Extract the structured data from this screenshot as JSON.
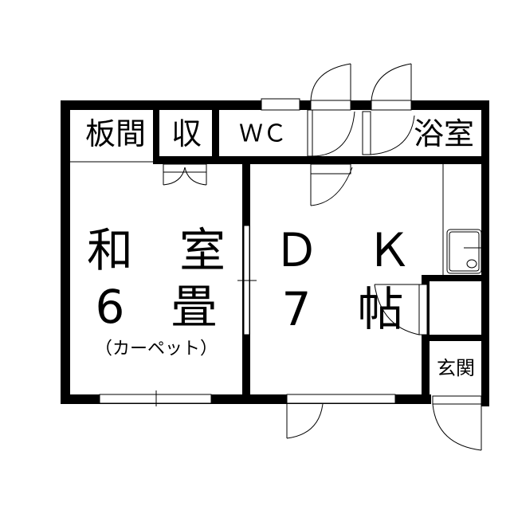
{
  "rooms": {
    "itama": "板間",
    "storage": "収",
    "wc": "ＷＣ",
    "bath": "浴室",
    "washitsu_name": "和　室",
    "washitsu_size": "6　畳",
    "washitsu_note": "（カーペット）",
    "dk_name": "Ｄ　Ｋ",
    "dk_size": "7　帖",
    "entrance": "玄関"
  },
  "colors": {
    "wall": "#000000",
    "background": "#ffffff"
  }
}
